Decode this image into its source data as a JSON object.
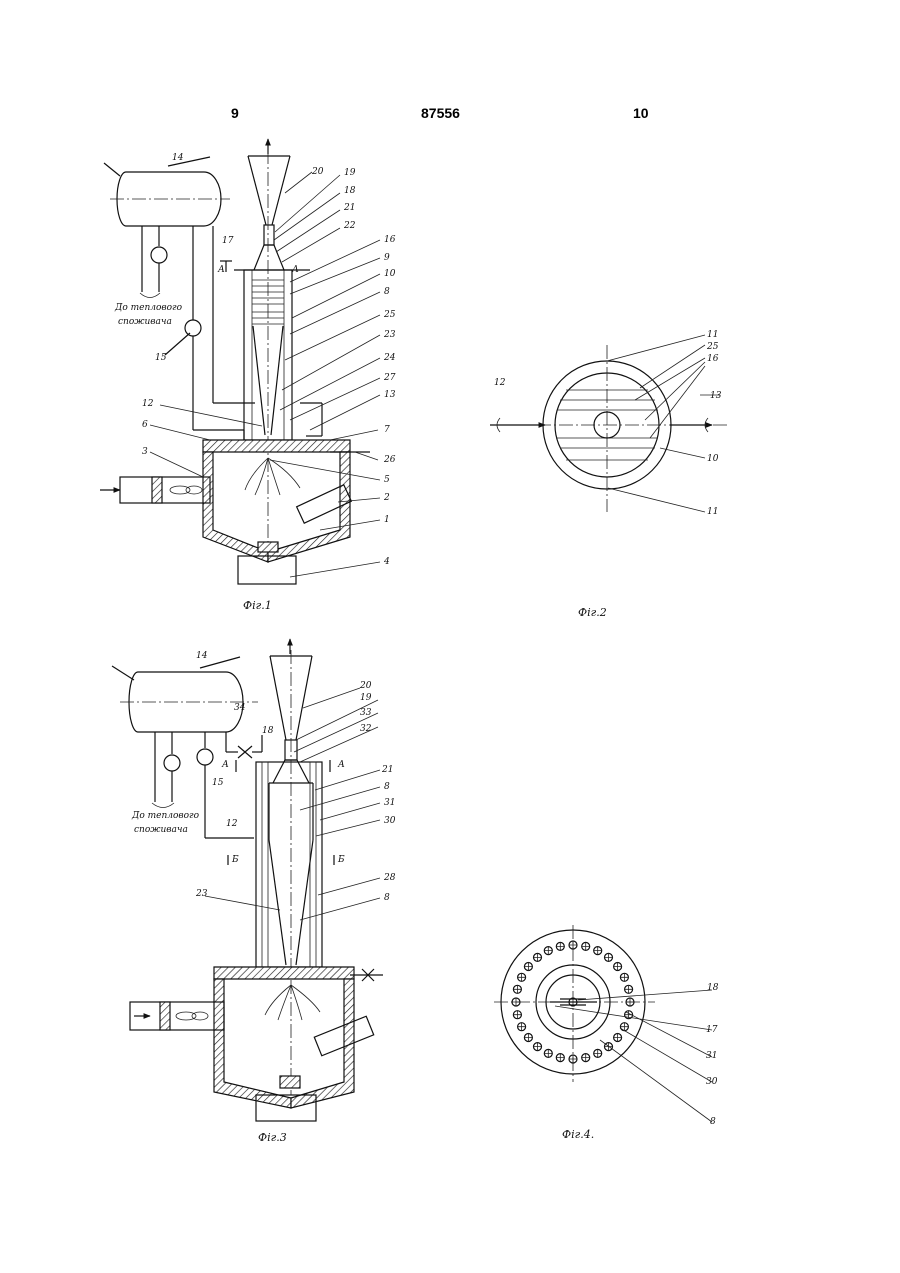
{
  "header": {
    "left_page": "9",
    "patent_number": "87556",
    "right_page": "10"
  },
  "fig1": {
    "caption": "Фіг.1",
    "note_line1": "До теплового",
    "note_line2": "сnоживача",
    "section_mark": "А",
    "labels": {
      "l14": "14",
      "l20": "20",
      "l19": "19",
      "l18": "18",
      "l21": "21",
      "l22": "22",
      "l17": "17",
      "l16": "16",
      "l9": "9",
      "l10": "10",
      "l8": "8",
      "l25": "25",
      "l23": "23",
      "l24": "24",
      "l27": "27",
      "l13": "13",
      "l12": "12",
      "l6": "6",
      "l7": "7",
      "l26": "26",
      "l5": "5",
      "l3": "3",
      "l2": "2",
      "l1": "1",
      "l4": "4",
      "l15": "15"
    }
  },
  "fig2": {
    "caption": "Фіг.2",
    "labels": {
      "l11a": "11",
      "l25": "25",
      "l16": "16",
      "l12": "12",
      "l13": "13",
      "l10": "10",
      "l11b": "11"
    }
  },
  "fig3": {
    "caption": "Фіг.3",
    "note_line1": "До теплового",
    "note_line2": "споживача",
    "section_a": "А",
    "section_b": "Б",
    "labels": {
      "l14": "14",
      "l20": "20",
      "l19": "19",
      "l34": "34",
      "l33": "33",
      "l18": "18",
      "l32": "32",
      "l21": "21",
      "l8a": "8",
      "l31": "31",
      "l15": "15",
      "l30": "30",
      "l12": "12",
      "l28": "28",
      "l23": "23",
      "l8b": "8"
    }
  },
  "fig4": {
    "caption": "Фіг.4.",
    "labels": {
      "l18": "18",
      "l17": "17",
      "l31": "31",
      "l30": "30",
      "l8": "8"
    }
  }
}
